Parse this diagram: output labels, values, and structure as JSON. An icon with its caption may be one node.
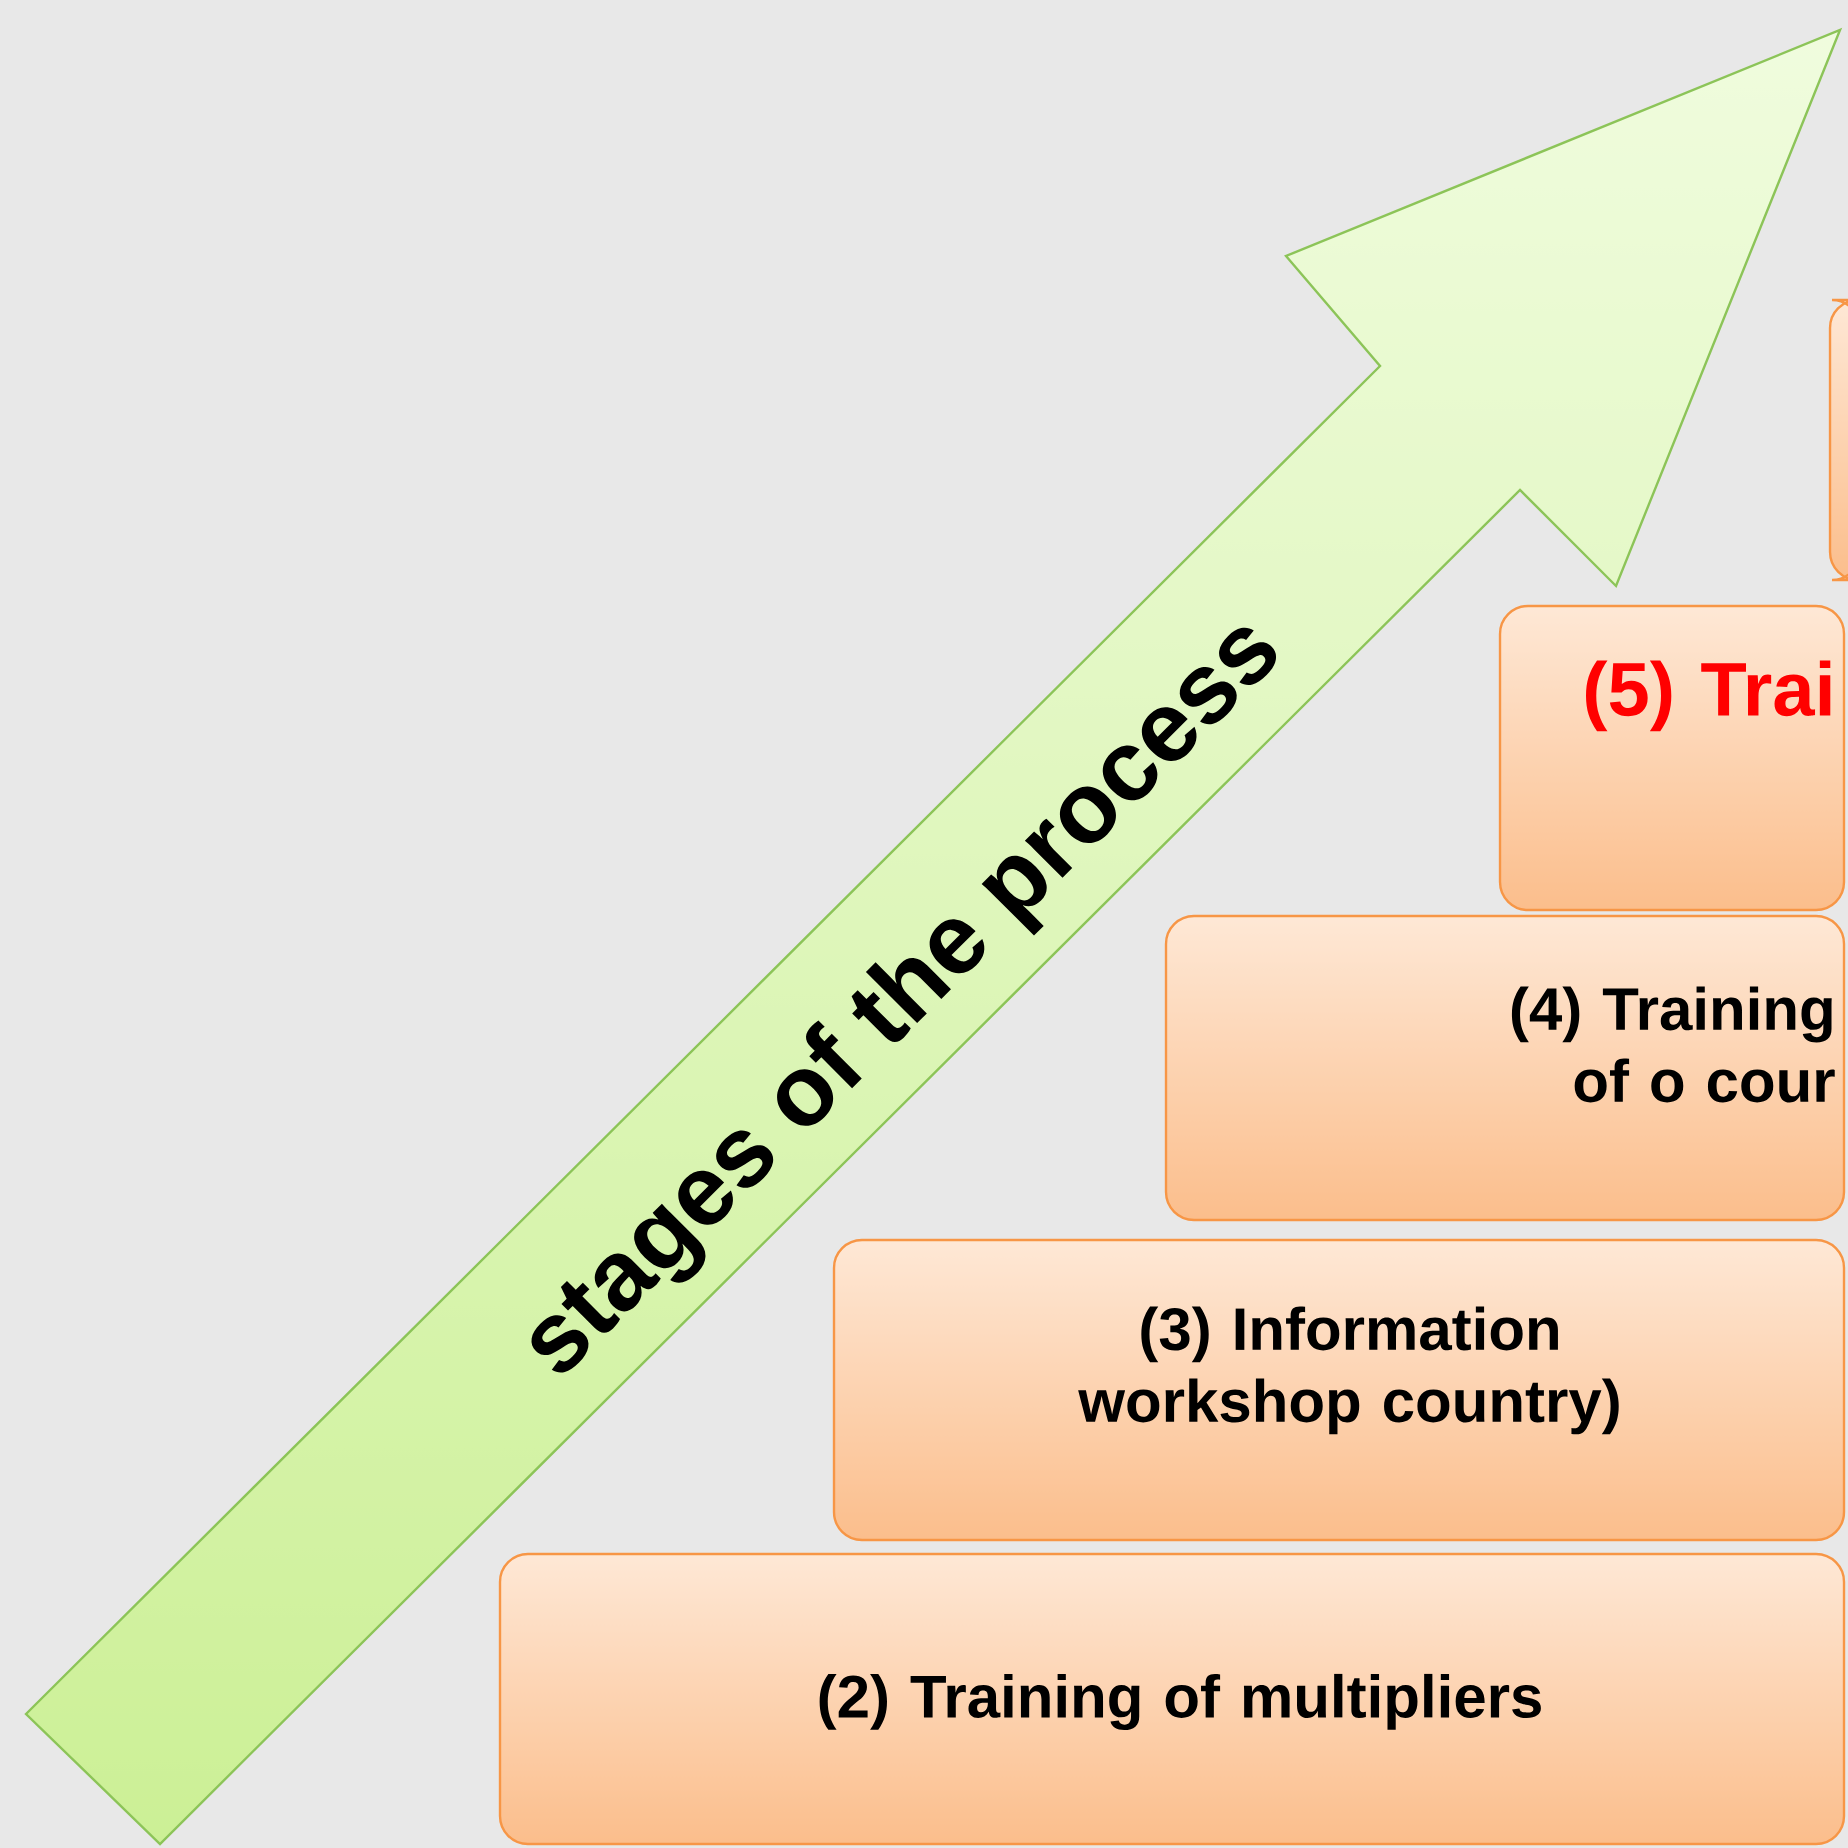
{
  "diagram": {
    "nodes": [
      {
        "text": [
          "stages of the process"
        ]
      },
      {
        "text": [],
        "shape": "box"
      },
      {
        "text": [
          "(5) Trai"
        ]
      },
      {
        "text": [
          "(4) Training of o cour"
        ]
      },
      {
        "text": [
          "(3) Information workshop country)"
        ]
      },
      {
        "text": [
          "(2) Training of multipliers"
        ]
      }
    ]
  }
}
